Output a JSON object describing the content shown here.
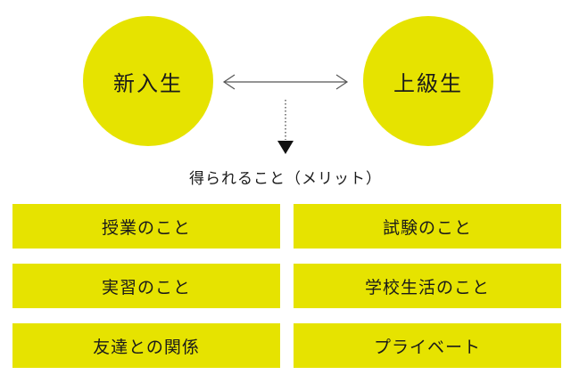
{
  "colors": {
    "accent": "#e6e300",
    "text": "#1a1a1a",
    "line": "#555555",
    "arrow": "#111111"
  },
  "nodes": {
    "left": "新入生",
    "right": "上級生"
  },
  "result_title": "得られること（メリット）",
  "benefits": [
    "授業のこと",
    "試験のこと",
    "実習のこと",
    "学校生活のこと",
    "友達との関係",
    "プライベート"
  ]
}
